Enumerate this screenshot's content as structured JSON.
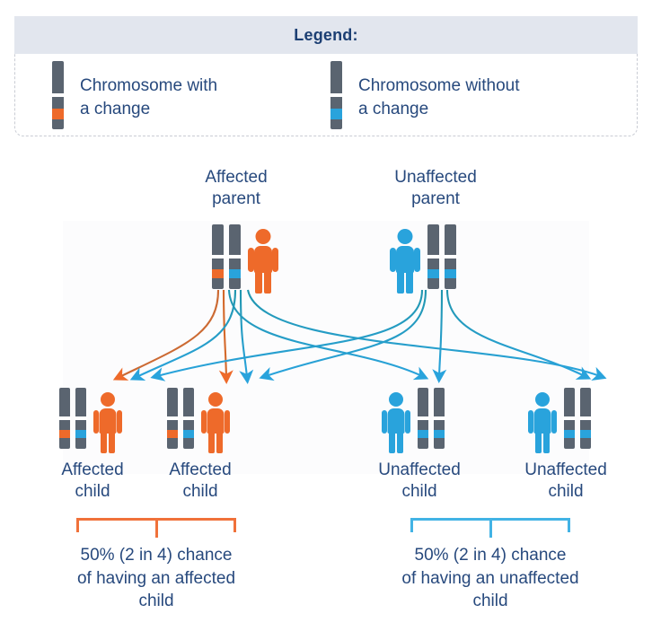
{
  "legend": {
    "title": "Legend:",
    "items": [
      {
        "icon": "chromosome-orange-band-icon",
        "label": "Chromosome with\na change",
        "band_color": "#ee6a2a"
      },
      {
        "icon": "chromosome-blue-band-icon",
        "label": "Chromosome without\na change",
        "band_color": "#29a3dc"
      }
    ]
  },
  "colors": {
    "orange": "#ee6a2a",
    "blue": "#29a3dc",
    "teal": "#2196ae",
    "chromosome_gray": "#5a6470",
    "text_navy": "#27497d",
    "legend_header_bg": "#e2e6ee",
    "panel_bg": "#fcfcfd",
    "dashed_border": "#c9ccd4"
  },
  "parents": [
    {
      "label": "Affected\nparent",
      "person_color": "#ee6a2a",
      "person_side": "right",
      "chromosomes": [
        {
          "band": "#ee6a2a",
          "name": "chromosome-with-change"
        },
        {
          "band": "#29a3dc",
          "name": "chromosome-without-change"
        }
      ]
    },
    {
      "label": "Unaffected\nparent",
      "person_color": "#29a3dc",
      "person_side": "left",
      "chromosomes": [
        {
          "band": "#29a3dc",
          "name": "chromosome-without-change"
        },
        {
          "band": "#29a3dc",
          "name": "chromosome-without-change"
        }
      ]
    }
  ],
  "children": [
    {
      "label": "Affected\nchild",
      "person_color": "#ee6a2a",
      "person_side": "right",
      "chromosomes": [
        {
          "band": "#ee6a2a",
          "name": "chromosome-with-change"
        },
        {
          "band": "#29a3dc",
          "name": "chromosome-without-change"
        }
      ]
    },
    {
      "label": "Affected\nchild",
      "person_color": "#ee6a2a",
      "person_side": "right",
      "chromosomes": [
        {
          "band": "#ee6a2a",
          "name": "chromosome-with-change"
        },
        {
          "band": "#29a3dc",
          "name": "chromosome-without-change"
        }
      ]
    },
    {
      "label": "Unaffected\nchild",
      "person_color": "#29a3dc",
      "person_side": "left",
      "chromosomes": [
        {
          "band": "#29a3dc",
          "name": "chromosome-without-change"
        },
        {
          "band": "#29a3dc",
          "name": "chromosome-without-change"
        }
      ]
    },
    {
      "label": "Unaffected\nchild",
      "person_color": "#29a3dc",
      "person_side": "left",
      "chromosomes": [
        {
          "band": "#29a3dc",
          "name": "chromosome-without-change"
        },
        {
          "band": "#29a3dc",
          "name": "chromosome-without-change"
        }
      ]
    }
  ],
  "outcomes": [
    {
      "bracket_color": "#ee6a2a",
      "text": "50% (2 in 4) chance\nof having an affected\nchild"
    },
    {
      "bracket_color": "#29a3dc",
      "text": "50% (2 in 4) chance\nof having an unaffected\nchild"
    }
  ]
}
